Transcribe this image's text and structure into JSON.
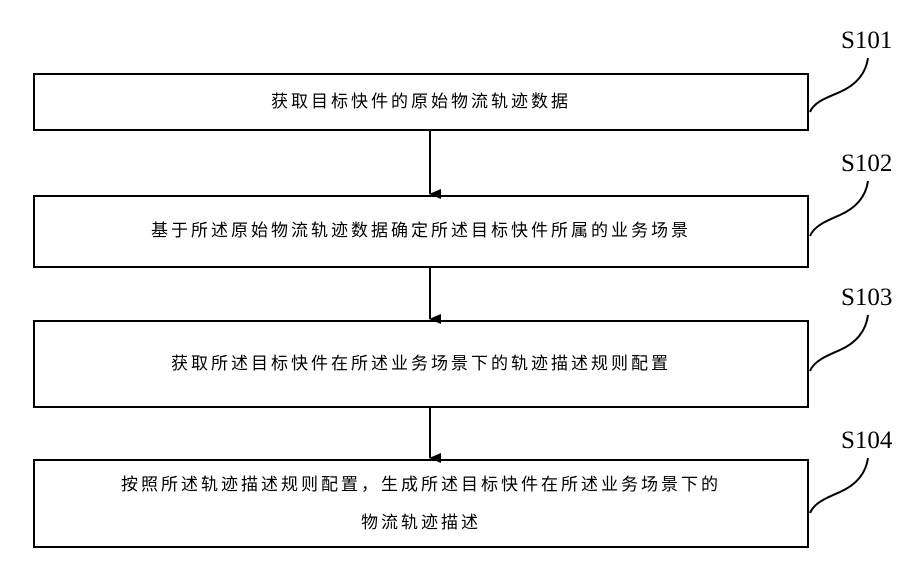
{
  "steps": [
    {
      "id": "S101",
      "text": "获取目标快件的原始物流轨迹数据"
    },
    {
      "id": "S102",
      "text": "基于所述原始物流轨迹数据确定所述目标快件所属的业务场景"
    },
    {
      "id": "S103",
      "text": "获取所述目标快件在所述业务场景下的轨迹描述规则配置"
    },
    {
      "id": "S104",
      "text_line1": "按照所述轨迹描述规则配置，生成所述目标快件在所述业务场景下的",
      "text_line2": "物流轨迹描述"
    }
  ]
}
